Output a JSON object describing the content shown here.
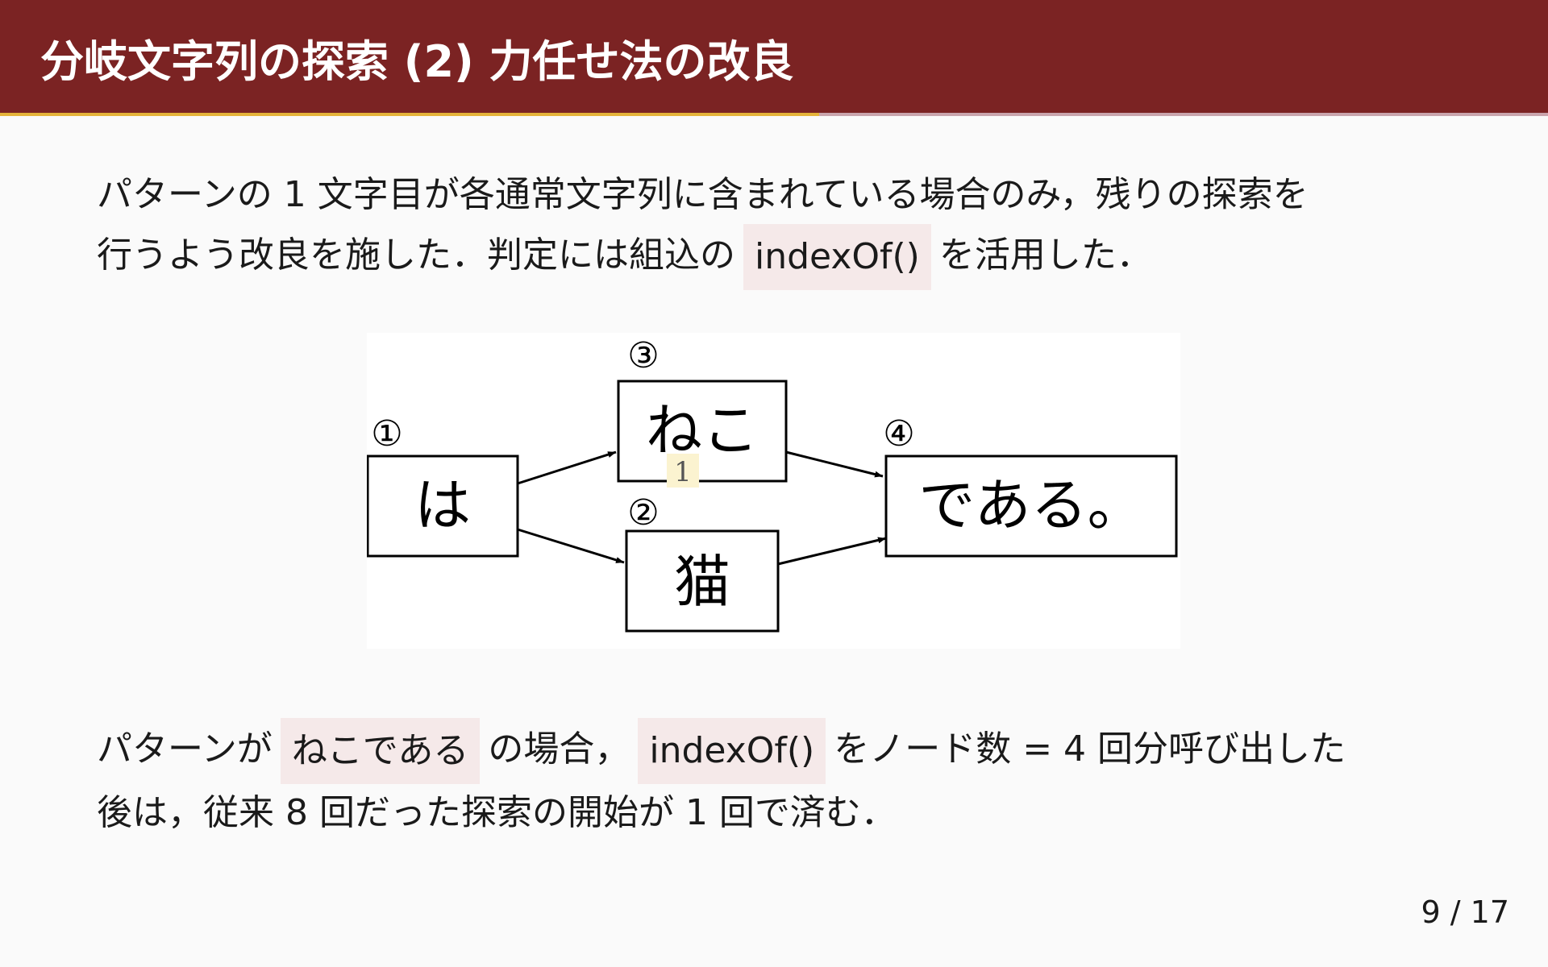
{
  "slide": {
    "title": "分岐文字列の探索 (2) 力任せ法の改良",
    "page_number": "9 / 17"
  },
  "para1": {
    "line1": "パターンの 1 文字目が各通常文字列に含まれている場合のみ，残りの探索を",
    "line2_before": "行うよう改良を施した．判定には組込の",
    "code": "indexOf()",
    "line2_after": "を活用した．"
  },
  "diagram": {
    "nodes": [
      {
        "id": "ha",
        "label": "は",
        "order": "①"
      },
      {
        "id": "neko_kana",
        "label": "ねこ",
        "order": "③"
      },
      {
        "id": "neko_kanji",
        "label": "猫",
        "order": "②"
      },
      {
        "id": "dearu",
        "label": "である。",
        "order": "④"
      }
    ],
    "edges": [
      {
        "from": "ha",
        "to": "neko_kana"
      },
      {
        "from": "ha",
        "to": "neko_kanji"
      },
      {
        "from": "neko_kana",
        "to": "dearu"
      },
      {
        "from": "neko_kanji",
        "to": "dearu"
      }
    ],
    "marker": "1"
  },
  "para2": {
    "line1_before": "パターンが",
    "code1": "ねこである",
    "line1_mid": "の場合，",
    "code2": "indexOf()",
    "line1_after": "をノード数 = 4 回分呼び出した",
    "line2": "後は，従来 8 回だった探索の開始が 1 回で済む．"
  },
  "colors": {
    "header_bg": "#7b2323",
    "header_rule_gold": "#e5b33a",
    "header_rule_pink": "#c9a5ad",
    "code_bg": "#f5e9e9",
    "marker_bg": "#fbf3d0"
  }
}
